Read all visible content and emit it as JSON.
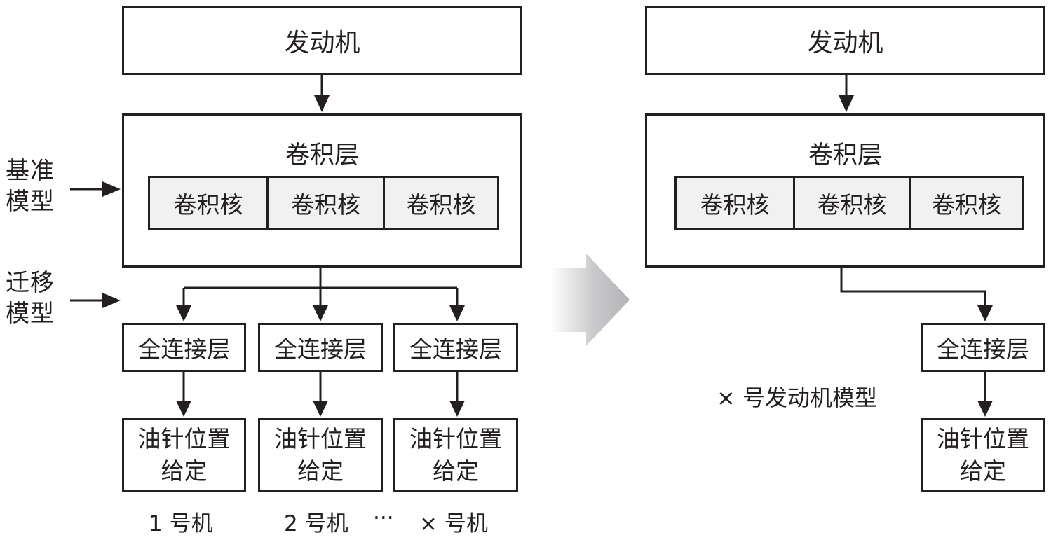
{
  "left": {
    "engine": "发动机",
    "conv_layer": "卷积层",
    "kernels": [
      "卷积核",
      "卷积核",
      "卷积核"
    ],
    "fc_layers": [
      "全连接层",
      "全连接层",
      "全连接层"
    ],
    "outputs": [
      {
        "line1": "油针位置",
        "line2": "给定"
      },
      {
        "line1": "油针位置",
        "line2": "给定"
      },
      {
        "line1": "油针位置",
        "line2": "给定"
      }
    ],
    "machine_labels": [
      "1 号机",
      "2 号机",
      "···",
      "× 号机"
    ]
  },
  "side_labels": {
    "base_model": {
      "line1": "基准",
      "line2": "模型"
    },
    "transfer_model": {
      "line1": "迁移",
      "line2": "模型"
    }
  },
  "right": {
    "engine": "发动机",
    "conv_layer": "卷积层",
    "kernels": [
      "卷积核",
      "卷积核",
      "卷积核"
    ],
    "fc_layer": "全连接层",
    "output": {
      "line1": "油针位置",
      "line2": "给定"
    },
    "model_caption": "× 号发动机模型"
  }
}
